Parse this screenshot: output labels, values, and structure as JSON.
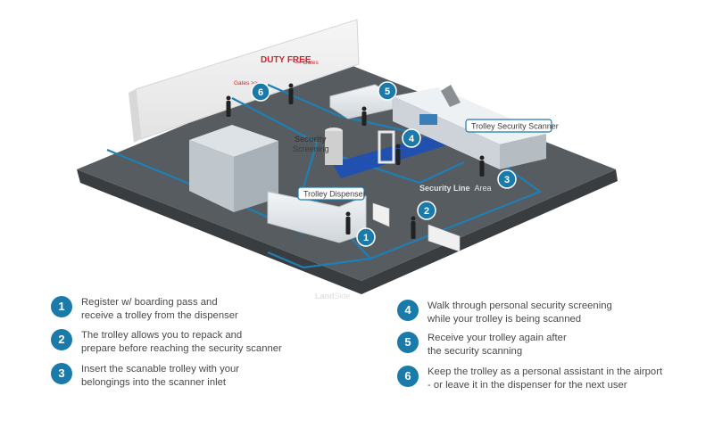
{
  "sign": {
    "title": "DUTY FREE",
    "gates_left": "Gates >>",
    "gates_right": "<< Gates"
  },
  "labels": {
    "security_screening_1": "Security",
    "security_screening_2": "Screening",
    "security_line_1": "Security Line",
    "security_line_2": "Area",
    "landside_1": "Land",
    "landside_2": "Side",
    "trolley_dispenser": "Trolley Dispenser",
    "trolley_security_scanner": "Trolley Security Scanner"
  },
  "markers": [
    "1",
    "2",
    "3",
    "4",
    "5",
    "6"
  ],
  "steps": [
    {
      "num": "1",
      "line1": "Register w/ boarding pass and",
      "line2": "receive a trolley from the dispenser"
    },
    {
      "num": "2",
      "line1": "The trolley allows you to repack and",
      "line2": "prepare before reaching the security scanner"
    },
    {
      "num": "3",
      "line1": "Insert the scanable trolley with your",
      "line2": "belongings into the scanner inlet"
    },
    {
      "num": "4",
      "line1": "Walk through personal security screening",
      "line2": "while your trolley is being scanned"
    },
    {
      "num": "5",
      "line1": "Receive your trolley again after",
      "line2": "the security scanning"
    },
    {
      "num": "6",
      "line1": "Keep the trolley as a personal assistant in the airport",
      "line2": "- or leave it in the dispenser for the next user"
    }
  ],
  "colors": {
    "accent": "#1a7bab",
    "floor": "#555a5e",
    "line": "#1f7fb4",
    "walkway": "#1c4fb8"
  }
}
